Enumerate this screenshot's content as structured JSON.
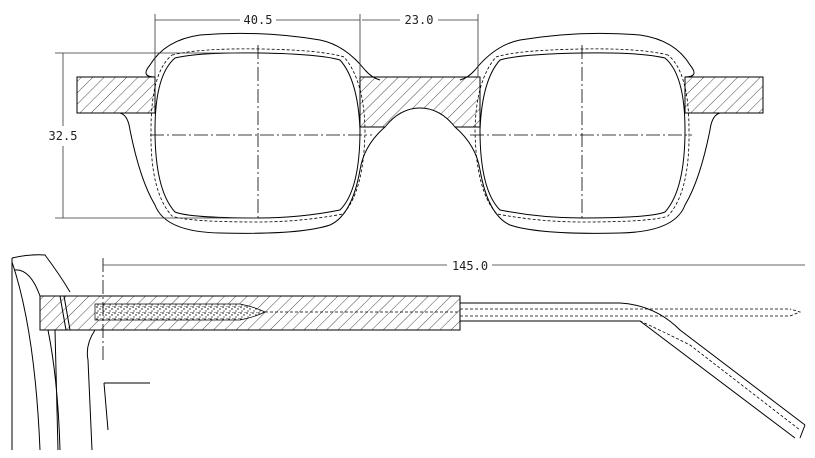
{
  "drawing": {
    "front_view": {
      "lens_width_label": "40.5",
      "bridge_width_label": "23.0",
      "lens_height_label": "32.5"
    },
    "side_view": {
      "temple_length_label": "145.0"
    }
  },
  "colors": {
    "line": "#000000",
    "background": "#ffffff"
  }
}
